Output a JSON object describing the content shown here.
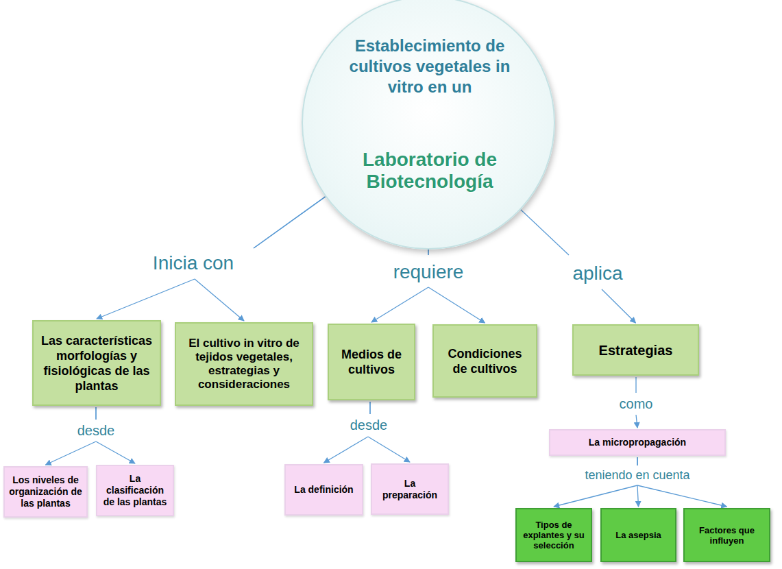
{
  "diagram": {
    "nodes": [
      {
        "text": [
          "Establecimiento de cultivos vegetales in vitro en un",
          "Laboratorio de Biotecnología"
        ]
      },
      {
        "text": [
          "Las características morfologías y fisiológicas de las plantas"
        ]
      },
      {
        "text": [
          "El cultivo in vitro de tejidos vegetales, estrategias y consideraciones"
        ]
      },
      {
        "text": [
          "Medios de cultivos"
        ]
      },
      {
        "text": [
          "Condiciones de cultivos"
        ]
      },
      {
        "text": [
          "Estrategias"
        ]
      },
      {
        "text": [
          "Los niveles de organización de las plantas"
        ]
      },
      {
        "text": [
          "La clasificación de las plantas"
        ]
      },
      {
        "text": [
          "La definición"
        ]
      },
      {
        "text": [
          "La preparación"
        ]
      },
      {
        "text": [
          "La micropropagación"
        ]
      },
      {
        "text": [
          "Tipos de explantes y su selección"
        ]
      },
      {
        "text": [
          "La asepsia"
        ]
      },
      {
        "text": [
          "Factores que influyen"
        ]
      }
    ],
    "edges": [
      {
        "from": 0,
        "to": 1,
        "label": "Inicia con",
        "arrow": "to"
      },
      {
        "from": 0,
        "to": 2,
        "arrow": "to"
      },
      {
        "from": 0,
        "to": 3,
        "label": "requiere",
        "arrow": "to"
      },
      {
        "from": 0,
        "to": 4,
        "arrow": "to"
      },
      {
        "from": 0,
        "to": 5,
        "label": "aplica",
        "arrow": "to"
      },
      {
        "from": 1,
        "to": 6,
        "label": "desde",
        "arrow": "to"
      },
      {
        "from": 1,
        "to": 7,
        "arrow": "to"
      },
      {
        "from": 3,
        "to": 8,
        "label": "desde",
        "arrow": "to"
      },
      {
        "from": 3,
        "to": 9,
        "arrow": "to"
      },
      {
        "from": 5,
        "to": 10,
        "label": "como",
        "arrow": "to"
      },
      {
        "from": 10,
        "to": 11,
        "label": "teniendo en cuenta",
        "arrow": "to"
      },
      {
        "from": 10,
        "to": 12,
        "arrow": "to"
      },
      {
        "from": 10,
        "to": 13,
        "arrow": "to"
      }
    ]
  }
}
